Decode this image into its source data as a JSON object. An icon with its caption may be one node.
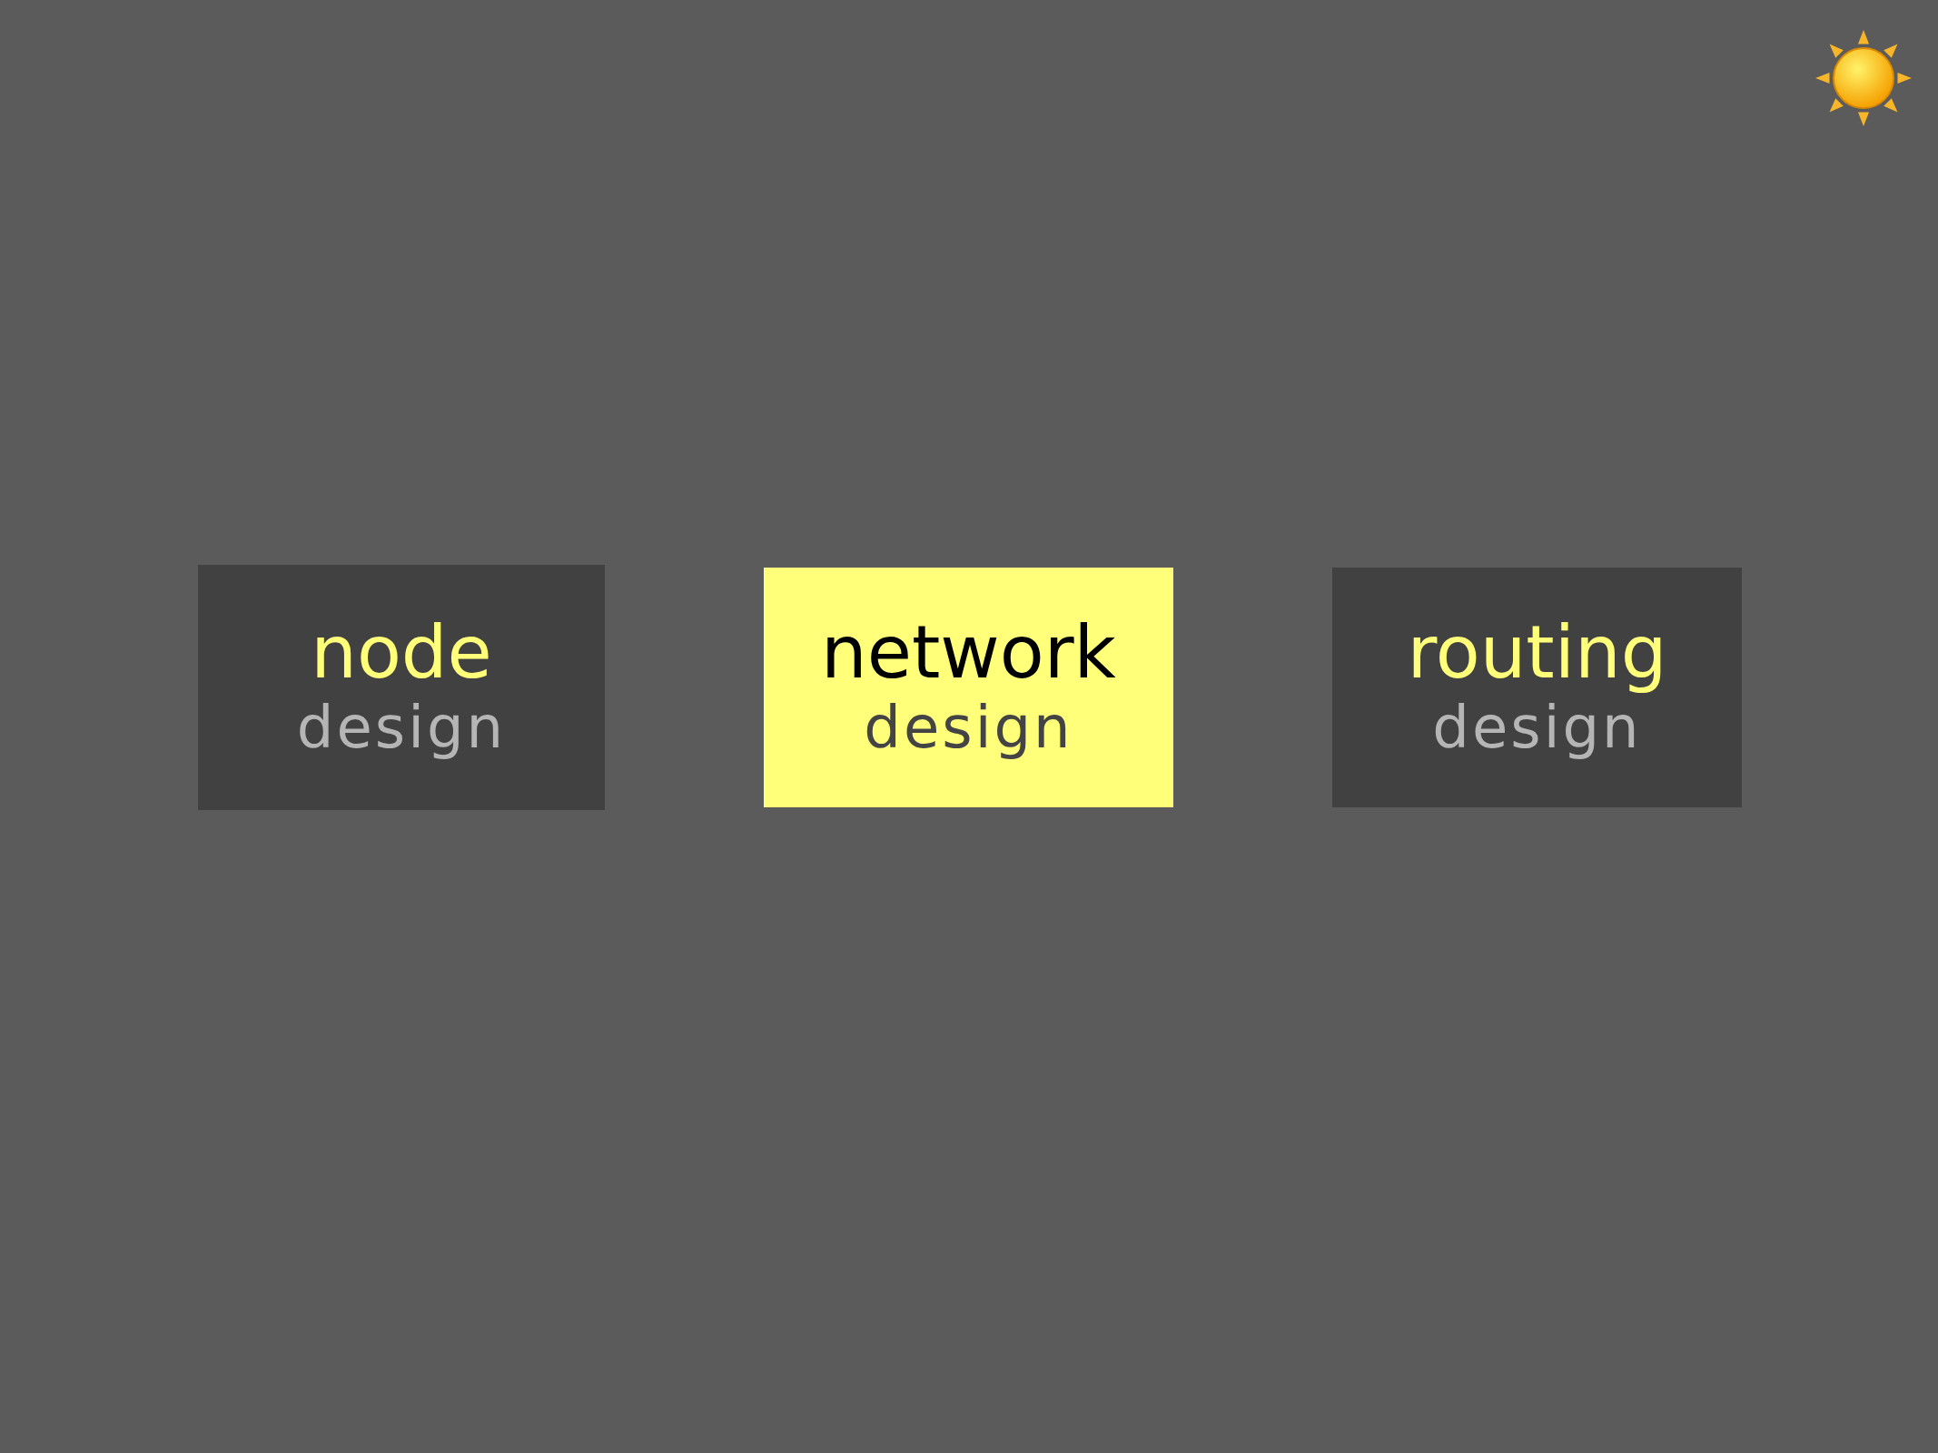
{
  "diagram": {
    "nodes": [
      {
        "text": [
          "node",
          "design"
        ]
      },
      {
        "text": [
          "network",
          "design"
        ]
      },
      {
        "text": [
          "routing",
          "design"
        ]
      }
    ]
  }
}
